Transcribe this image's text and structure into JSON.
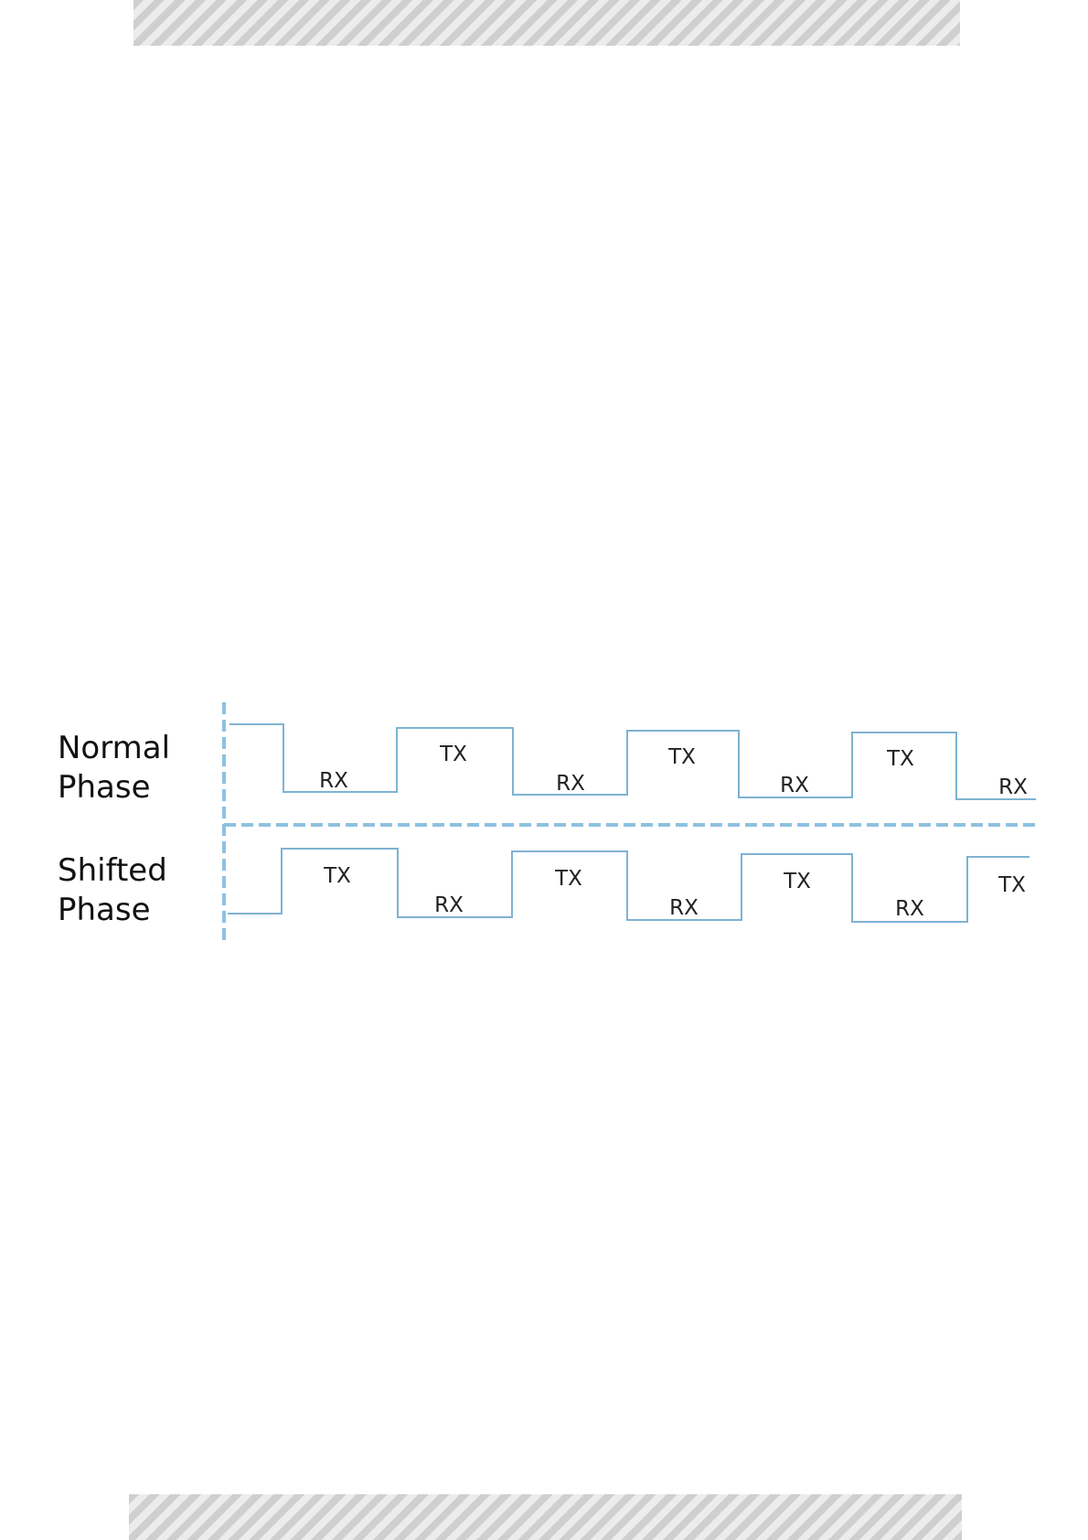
{
  "diagram": {
    "rows": [
      {
        "label_lines": [
          "Normal",
          "Phase"
        ],
        "segments": [
          "RX",
          "TX",
          "RX",
          "TX",
          "RX",
          "TX",
          "RX"
        ]
      },
      {
        "label_lines": [
          "Shifted",
          "Phase"
        ],
        "segments": [
          "TX",
          "RX",
          "TX",
          "RX",
          "TX",
          "RX",
          "TX"
        ]
      }
    ],
    "colors": {
      "waveform": "#7fb2d2",
      "divider": "#8ec1e0",
      "band": "#dcdcdc"
    }
  }
}
